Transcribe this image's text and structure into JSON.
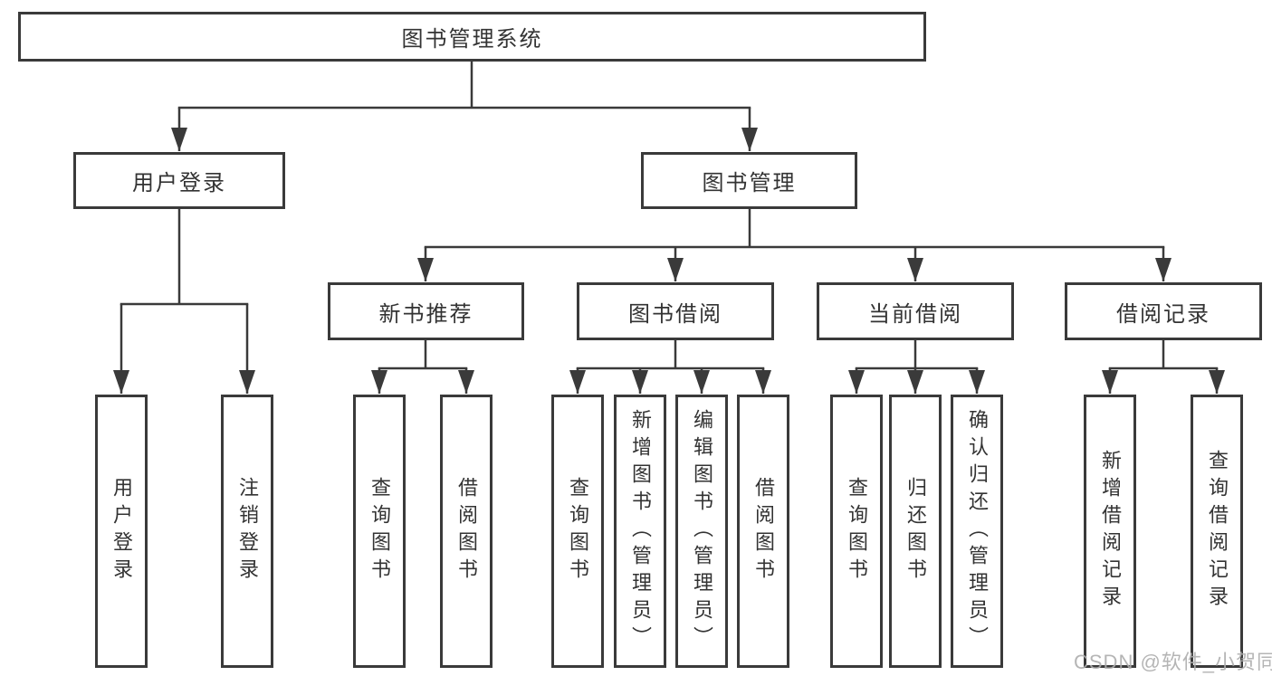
{
  "tree": {
    "root": {
      "label": "图书管理系统"
    },
    "branches": [
      {
        "label": "用户登录",
        "children": [
          {
            "label": "用户登录"
          },
          {
            "label": "注销登录"
          }
        ]
      },
      {
        "label": "图书管理",
        "groups": [
          {
            "label": "新书推荐",
            "children": [
              {
                "label": "查询图书"
              },
              {
                "label": "借阅图书"
              }
            ]
          },
          {
            "label": "图书借阅",
            "children": [
              {
                "label": "查询图书"
              },
              {
                "label": "新增图书（管理员）"
              },
              {
                "label": "编辑图书（管理员）"
              },
              {
                "label": "借阅图书"
              }
            ]
          },
          {
            "label": "当前借阅",
            "children": [
              {
                "label": "查询图书"
              },
              {
                "label": "归还图书"
              },
              {
                "label": "确认归还（管理员）"
              }
            ]
          },
          {
            "label": "借阅记录",
            "children": [
              {
                "label": "新增借阅记录"
              },
              {
                "label": "查询借阅记录"
              }
            ]
          }
        ]
      }
    ]
  },
  "watermark": {
    "text": "CSDN @软件_小贺同学"
  },
  "colors": {
    "line": "#3a3a3a",
    "box_background": "#ffffff",
    "text": "#333333",
    "watermark": "#adadad"
  }
}
